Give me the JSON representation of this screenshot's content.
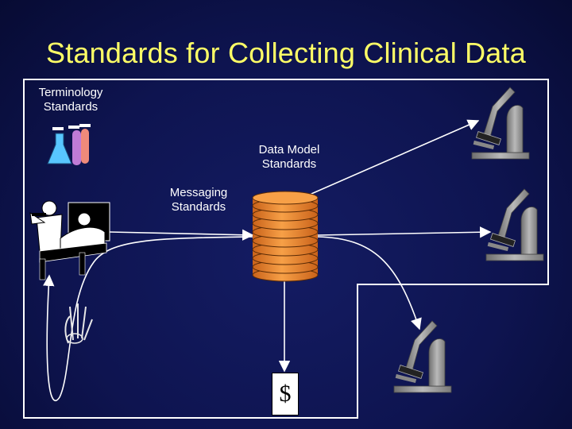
{
  "slide": {
    "title": "Standards for Collecting Clinical Data",
    "title_color": "#ffff66",
    "background_color": "#0e1450"
  },
  "labels": {
    "terminology": [
      "Terminology",
      "Standards"
    ],
    "data_model": [
      "Data Model",
      "Standards"
    ],
    "messaging": [
      "Messaging",
      "Standards"
    ]
  },
  "repository": {
    "icon": "database-stack-icon",
    "color": "#f08c2a"
  },
  "dollar_box": {
    "symbol": "$"
  },
  "icons": [
    "test-tubes-flask-icon",
    "patient-in-bed-icon",
    "doctor-icon",
    "hand-xray-icon",
    "microscope-icon"
  ]
}
